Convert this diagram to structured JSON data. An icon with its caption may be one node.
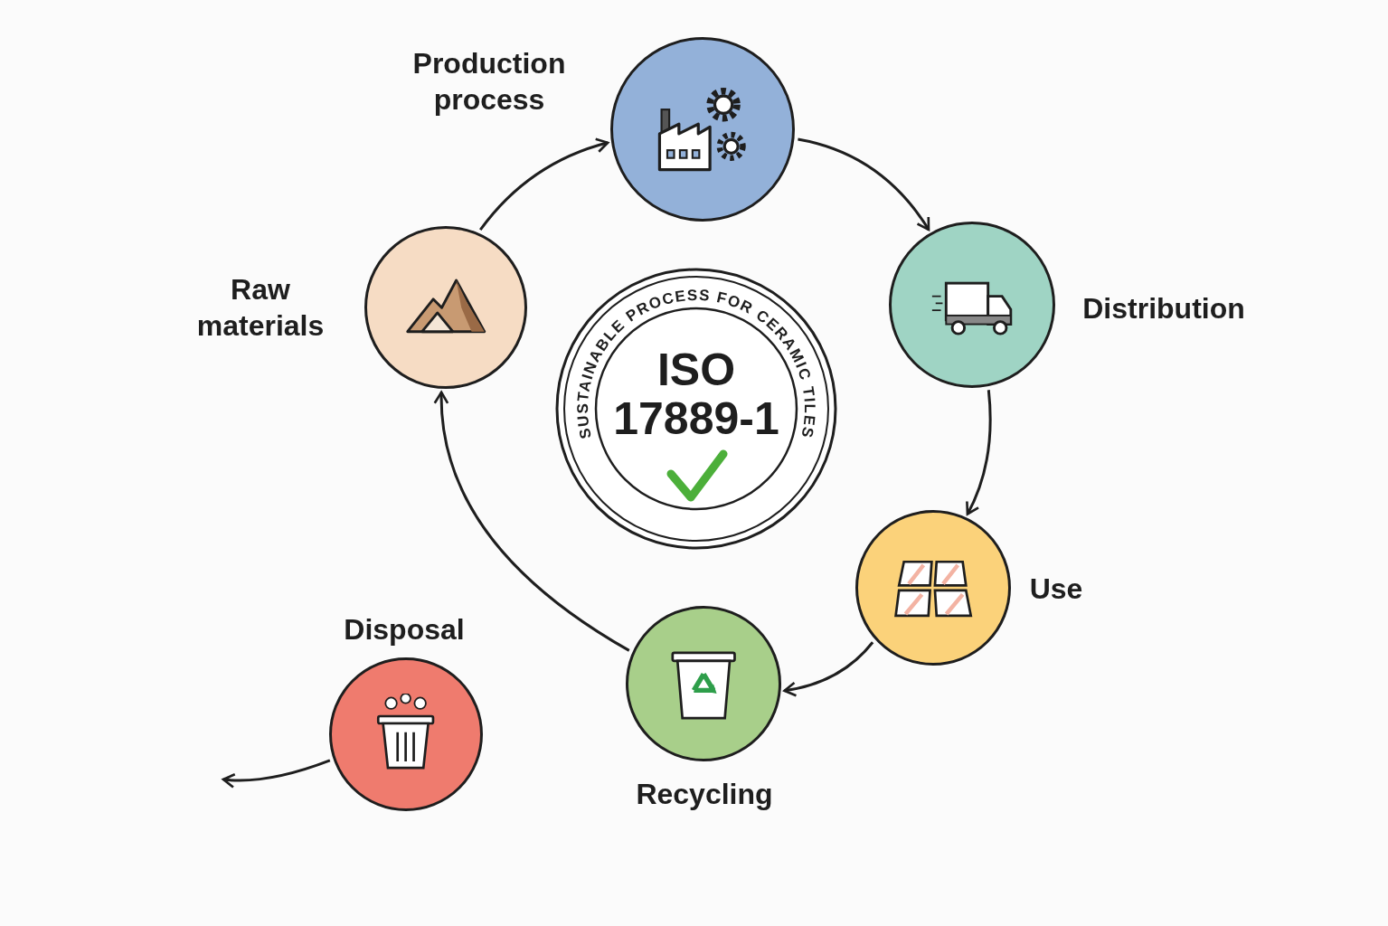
{
  "diagram": {
    "nodes": [
      {
        "text": [
          "Raw materials"
        ]
      },
      {
        "text": [
          "Production process"
        ]
      },
      {
        "text": [
          "Distribution"
        ]
      },
      {
        "text": [
          "Use"
        ]
      },
      {
        "text": [
          "Recycling"
        ]
      },
      {
        "text": [
          "Disposal"
        ]
      },
      {
        "text": [
          "SUSTAINABLE PROCESS FOR CERAMIC TILES",
          "ISO 17889-1"
        ]
      }
    ],
    "edges": [
      {
        "from": 0,
        "to": 1,
        "arrow": "to"
      },
      {
        "from": 1,
        "to": 2,
        "arrow": "to"
      },
      {
        "from": 2,
        "to": 3,
        "arrow": "to"
      },
      {
        "from": 3,
        "to": 4,
        "arrow": "to"
      },
      {
        "from": 4,
        "to": 0,
        "arrow": "to"
      },
      {
        "from": 5,
        "to": null,
        "arrow": "to"
      }
    ]
  }
}
